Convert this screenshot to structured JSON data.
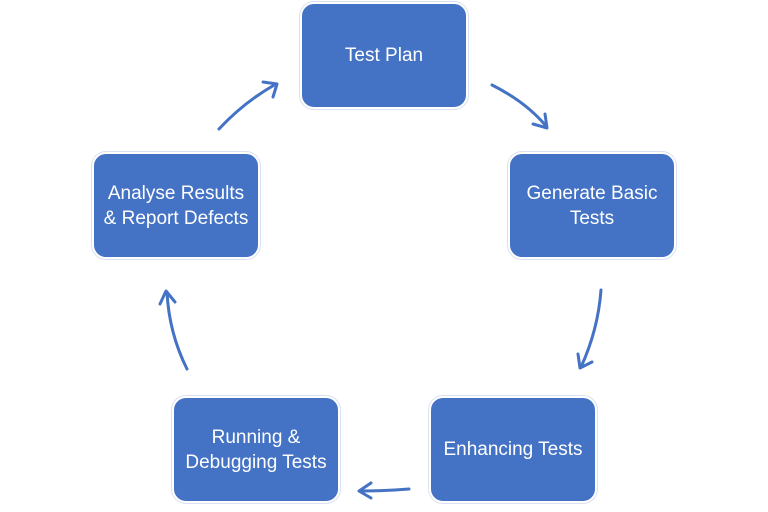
{
  "diagram": {
    "type": "cycle",
    "nodes": [
      {
        "id": "test-plan",
        "label": "Test Plan"
      },
      {
        "id": "generate-basic-tests",
        "label": "Generate Basic Tests"
      },
      {
        "id": "enhancing-tests",
        "label": "Enhancing Tests"
      },
      {
        "id": "running-debugging-tests",
        "label": "Running & Debugging Tests"
      },
      {
        "id": "analyse-results-report-defects",
        "label": "Analyse Results & Report Defects"
      }
    ],
    "edges": [
      {
        "from": "test-plan",
        "to": "generate-basic-tests"
      },
      {
        "from": "generate-basic-tests",
        "to": "enhancing-tests"
      },
      {
        "from": "enhancing-tests",
        "to": "running-debugging-tests"
      },
      {
        "from": "running-debugging-tests",
        "to": "analyse-results-report-defects"
      },
      {
        "from": "analyse-results-report-defects",
        "to": "test-plan"
      }
    ],
    "colors": {
      "node_fill": "#4472c4",
      "node_text": "#ffffff",
      "arrow": "#4472c4"
    }
  }
}
